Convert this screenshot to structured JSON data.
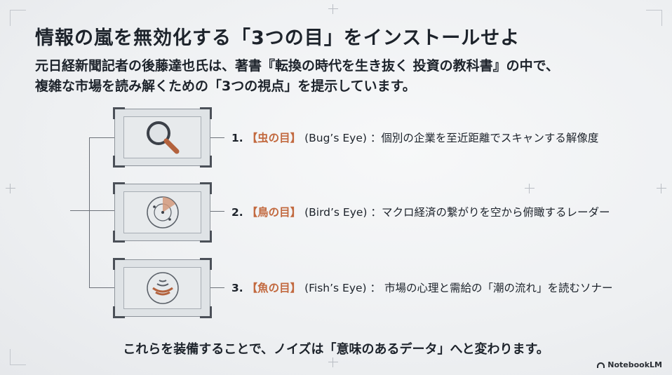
{
  "title": "情報の嵐を無効化する「3つの目」をインストールせよ",
  "lead": {
    "line1": "元日経新聞記者の後藤達也氏は、著書『転換の時代を生き抜く 投資の教科書』の中で、",
    "line2": "複雑な市場を読み解くための「3つの視点」を提示しています。"
  },
  "items": [
    {
      "num": "1.",
      "tag": "【虫の目】",
      "en": "(Bug’s Eye)",
      "sep": "：",
      "desc": "個別の企業を至近距離でスキャンする解像度",
      "icon": "magnifier-icon"
    },
    {
      "num": "2.",
      "tag": "【鳥の目】",
      "en": "(Bird’s Eye)",
      "sep": "：",
      "desc": "マクロ経済の繋がりを空から俯瞰するレーダー",
      "icon": "radar-icon"
    },
    {
      "num": "3.",
      "tag": "【魚の目】",
      "en": "(Fish’s Eye)",
      "sep": "： ",
      "desc": "市場の心理と需給の「潮の流れ」を読むソナー",
      "icon": "sonar-icon"
    }
  ],
  "footer": "これらを装備することで、ノイズは「意味のあるデータ」へと変わります。",
  "logo": "NotebookLM",
  "colors": {
    "accent": "#c2693f",
    "text": "#1d232b",
    "panel": "#dfe3e6"
  }
}
